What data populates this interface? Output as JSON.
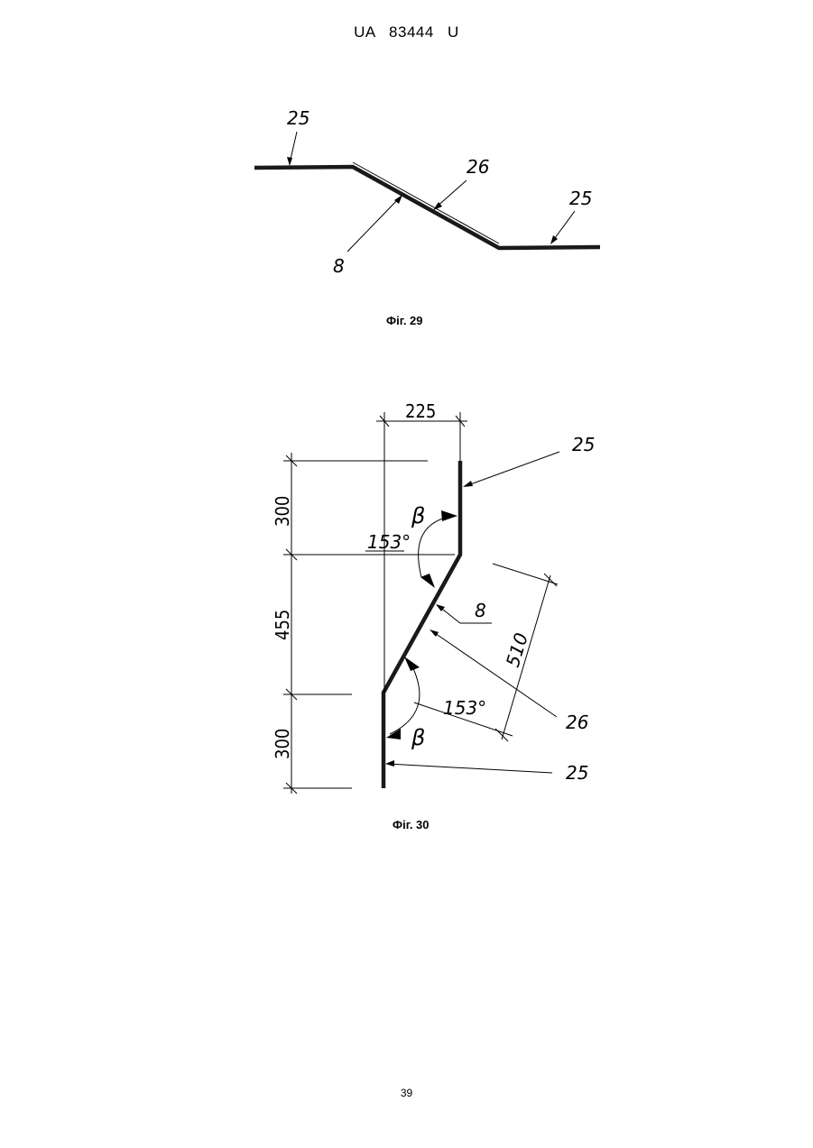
{
  "header": {
    "doc_number": "UA   83444   U"
  },
  "figure29": {
    "caption": "Фіг. 29",
    "labels": {
      "ref_25_left": "25",
      "ref_26": "26",
      "ref_25_right": "25",
      "ref_8": "8"
    }
  },
  "figure30": {
    "caption": "Фіг. 30",
    "dimensions": {
      "top_width": "225",
      "top_height": "300",
      "middle_height": "455",
      "bottom_height": "300",
      "slope_length": "510",
      "angle_top": "153°",
      "angle_bottom": "153°"
    },
    "labels": {
      "beta_top": "β",
      "beta_bottom": "β",
      "ref_25_top": "25",
      "ref_8": "8",
      "ref_26": "26",
      "ref_25_bottom": "25"
    }
  },
  "footer": {
    "page_number": "39"
  }
}
